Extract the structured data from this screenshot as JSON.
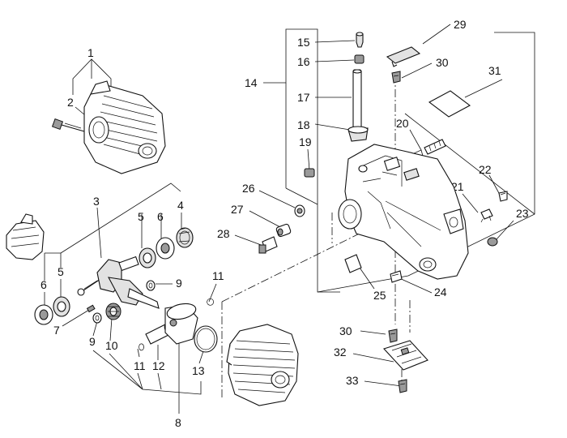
{
  "diagram": {
    "callouts": [
      {
        "id": "1",
        "text": "1"
      },
      {
        "id": "2",
        "text": "2"
      },
      {
        "id": "3",
        "text": "3"
      },
      {
        "id": "4",
        "text": "4"
      },
      {
        "id": "5a",
        "text": "5"
      },
      {
        "id": "5b",
        "text": "5"
      },
      {
        "id": "6a",
        "text": "6"
      },
      {
        "id": "6b",
        "text": "6"
      },
      {
        "id": "7",
        "text": "7"
      },
      {
        "id": "8",
        "text": "8"
      },
      {
        "id": "9a",
        "text": "9"
      },
      {
        "id": "9b",
        "text": "9"
      },
      {
        "id": "10",
        "text": "10"
      },
      {
        "id": "11a",
        "text": "11"
      },
      {
        "id": "11b",
        "text": "11"
      },
      {
        "id": "12",
        "text": "12"
      },
      {
        "id": "13",
        "text": "13"
      },
      {
        "id": "14",
        "text": "14"
      },
      {
        "id": "15",
        "text": "15"
      },
      {
        "id": "16",
        "text": "16"
      },
      {
        "id": "17",
        "text": "17"
      },
      {
        "id": "18",
        "text": "18"
      },
      {
        "id": "19",
        "text": "19"
      },
      {
        "id": "20",
        "text": "20"
      },
      {
        "id": "21",
        "text": "21"
      },
      {
        "id": "22",
        "text": "22"
      },
      {
        "id": "23",
        "text": "23"
      },
      {
        "id": "24",
        "text": "24"
      },
      {
        "id": "25",
        "text": "25"
      },
      {
        "id": "26",
        "text": "26"
      },
      {
        "id": "27",
        "text": "27"
      },
      {
        "id": "28",
        "text": "28"
      },
      {
        "id": "29",
        "text": "29"
      },
      {
        "id": "30a",
        "text": "30"
      },
      {
        "id": "30b",
        "text": "30"
      },
      {
        "id": "31",
        "text": "31"
      },
      {
        "id": "32",
        "text": "32"
      },
      {
        "id": "33",
        "text": "33"
      }
    ]
  }
}
